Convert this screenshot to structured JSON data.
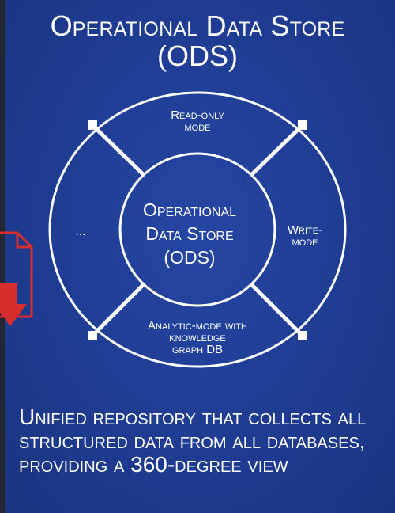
{
  "slide": {
    "title_line1": "Operational Data Store",
    "title_line2": "(ODS)",
    "diagram": {
      "center": [
        "Operational",
        "Data Store",
        "(ODS)"
      ],
      "segments": {
        "top": [
          "Read-only",
          "mode"
        ],
        "right": [
          "Write-",
          "mode"
        ],
        "bottom": [
          "Analytic-mode with",
          "knowledge",
          "graph DB"
        ],
        "left": [
          "..."
        ]
      }
    },
    "description": "Unified repository that collects all structured data from all databases, providing a 360-degree view"
  },
  "colors": {
    "background": "#1f3c92",
    "foreground": "#ffffff",
    "icon_accent": "#d62d2d"
  },
  "icons": [
    "pdf-download-icon"
  ]
}
